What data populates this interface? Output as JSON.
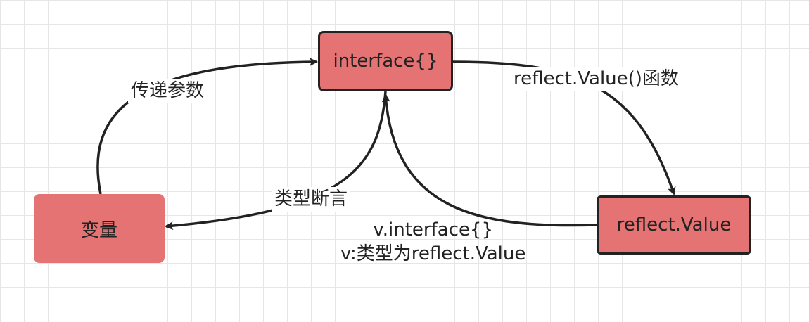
{
  "nodes": {
    "interface": "interface{}",
    "variable": "变量",
    "reflect_value": "reflect.Value"
  },
  "edges": {
    "pass_params": "传递参数",
    "reflect_value_func": "reflect.Value()函数",
    "type_assertion": "类型断言",
    "note_line1": "v.interface{}",
    "note_line2": "v:类型为reflect.Value"
  },
  "colors": {
    "node_fill": "#e57373",
    "stroke": "#222222",
    "grid": "#e6e6e6"
  }
}
